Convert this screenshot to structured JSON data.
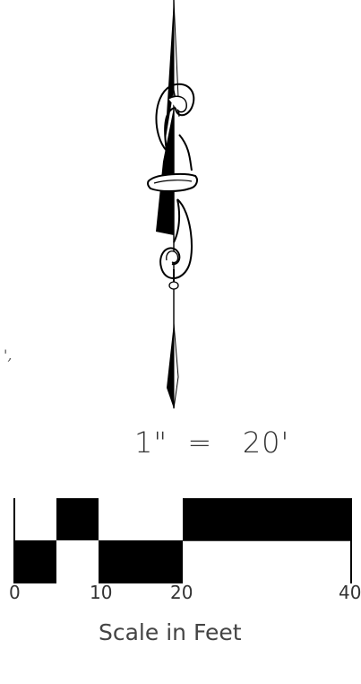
{
  "scale_ratio": "1\"  =   20'",
  "stray_mark": "',",
  "scale_bar": {
    "tick_labels": [
      {
        "value": 0,
        "label": "0"
      },
      {
        "value": 10,
        "label": "10"
      },
      {
        "value": 20,
        "label": "20"
      },
      {
        "value": 40,
        "label": "40"
      }
    ],
    "caption": "Scale in Feet",
    "units": "Feet"
  },
  "colors": {
    "ink": "#000000",
    "text": "#333333",
    "paper": "#ffffff"
  }
}
